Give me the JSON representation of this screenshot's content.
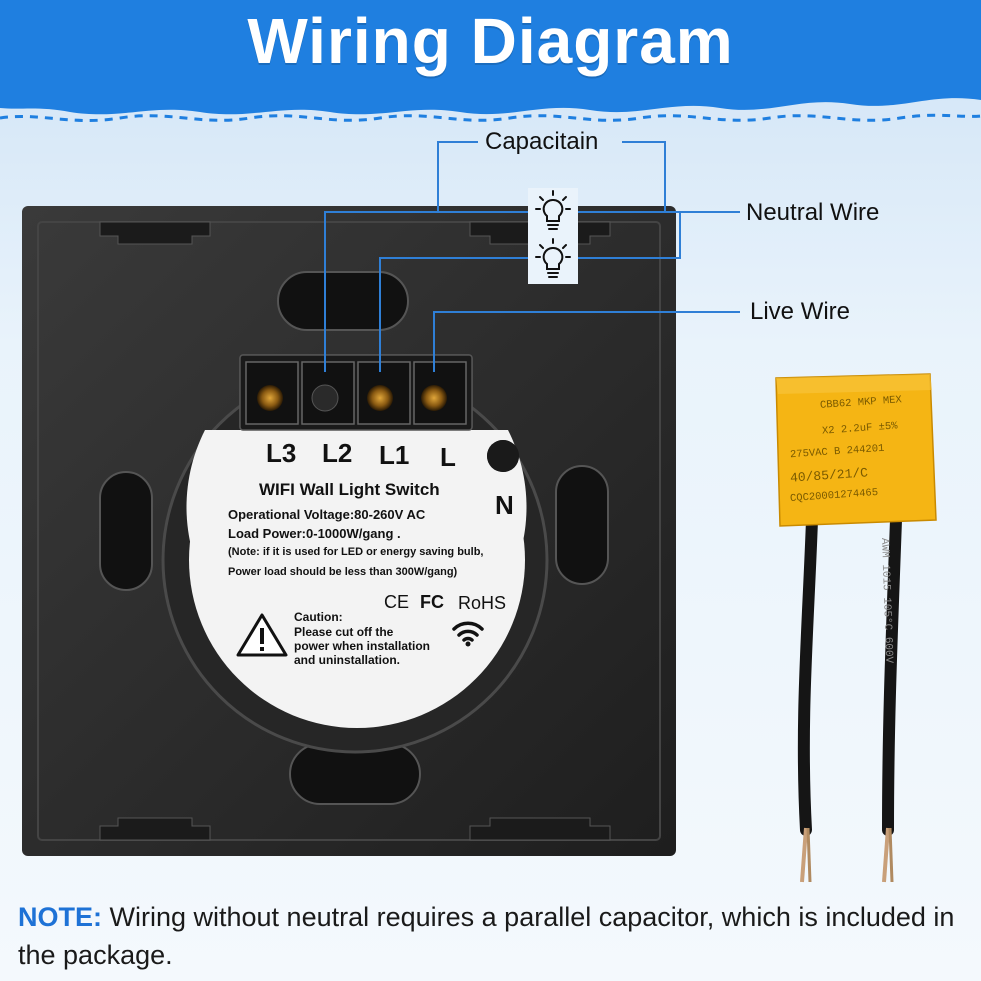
{
  "title": "Wiring Diagram",
  "labels": {
    "capacitor": "Capacitain",
    "neutral": "Neutral Wire",
    "live": "Live Wire"
  },
  "terminals": {
    "l3": "L3",
    "l2": "L2",
    "l1": "L1",
    "l": "L",
    "n": "N"
  },
  "sticker": {
    "product": "WIFI Wall Light Switch",
    "voltage": "Operational Voltage:80-260V AC",
    "load": "Load Power:0-1000W/gang .",
    "note_line1": "(Note: if it is used for LED or energy saving bulb,",
    "note_line2": "Power load should be less than 300W/gang)",
    "ce": "CE",
    "fc": "FC",
    "rohs": "RoHS",
    "caution_title": "Caution:",
    "caution_line1": "Please cut off the",
    "caution_line2": "power when installation",
    "caution_line3": "and uninstallation."
  },
  "capacitor_markings": {
    "line1": "CBB62 MKP MEX",
    "line2": "X2 2.2uF ±5%",
    "line3": "275VAC B 244201",
    "line4": "40/85/21/C",
    "line5": "CQC20001274465",
    "wire_print": "AWM 1015 105°C 600V"
  },
  "note": {
    "head": "NOTE:",
    "text": " Wiring without neutral requires a parallel capacitor, which is included in the package."
  },
  "colors": {
    "header_blue": "#1f7fe0",
    "accent_blue": "#1e72d6",
    "plate": "#2b2b2b",
    "capacitor_yellow": "#f5b514"
  },
  "icons": [
    "bulb-icon",
    "warning-icon",
    "wifi-icon"
  ]
}
